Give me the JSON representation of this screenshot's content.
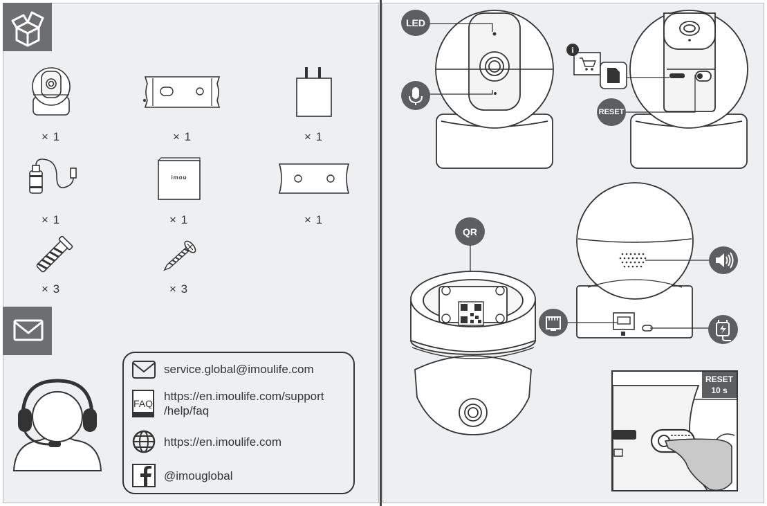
{
  "left_page": {
    "package_items": [
      {
        "name": "camera",
        "qty": "× 1"
      },
      {
        "name": "mounting-template",
        "qty": "× 1"
      },
      {
        "name": "power-adapter",
        "qty": "× 1"
      },
      {
        "name": "usb-cable",
        "qty": "× 1"
      },
      {
        "name": "quick-start-guide",
        "qty": "× 1"
      },
      {
        "name": "mounting-plate",
        "qty": "× 1"
      },
      {
        "name": "wall-anchor",
        "qty": "× 3"
      },
      {
        "name": "screw",
        "qty": "× 3"
      }
    ],
    "guide_brand": "imou",
    "contact": {
      "email": "service.global@imoulife.com",
      "faq_line1": "https://en.imoulife.com/support",
      "faq_line2": "/help/faq",
      "website": "https://en.imoulife.com",
      "facebook": "@imouglobal",
      "faq_icon_text": "FAQ"
    }
  },
  "right_page": {
    "badges": {
      "led": "LED",
      "reset": "RESET",
      "qr": "QR"
    },
    "reset_box": {
      "line1": "RESET",
      "line2": "10 s"
    }
  },
  "colors": {
    "page_bg": "#eeeff0",
    "tab": "#6d6e70",
    "badge": "#5d5e60",
    "line": "#333333"
  }
}
